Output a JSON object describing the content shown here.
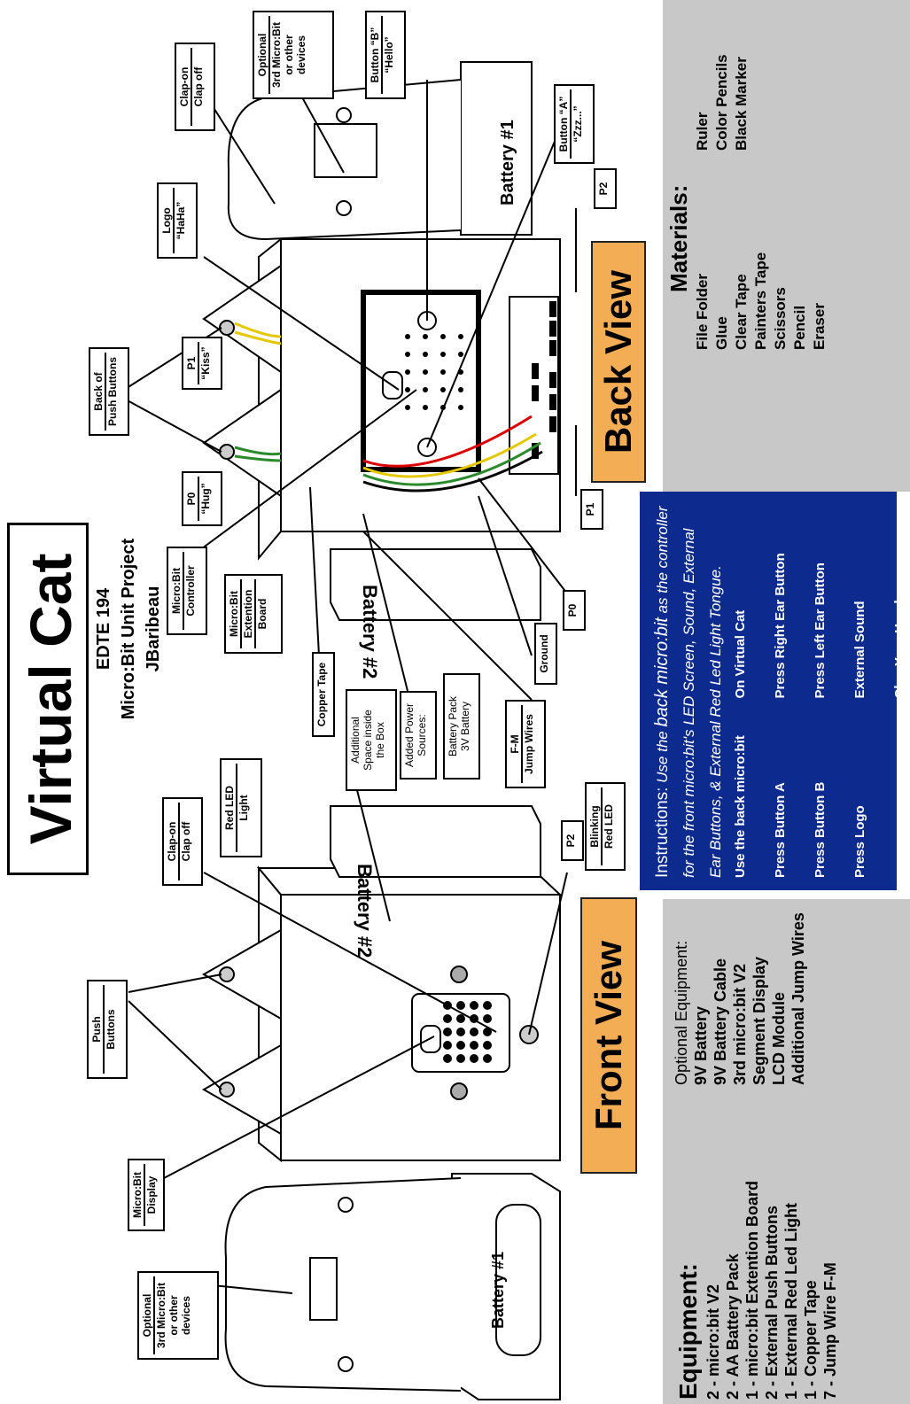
{
  "title": "Virtual Cat",
  "subtitle": {
    "course": "EDTE 194",
    "project": "Micro:Bit Unit Project",
    "author": "JBaribeau"
  },
  "views": {
    "front": "Front View",
    "back": "Back View"
  },
  "labels": {
    "optional_front": [
      "Optional",
      "3rd Micro:Bit",
      "or other",
      "devices"
    ],
    "microbit_display": [
      "Micro:Bit",
      "Display"
    ],
    "push_buttons": [
      "Push",
      "Buttons"
    ],
    "clap_front": [
      "Clap-on",
      "Clap off"
    ],
    "red_led_light": [
      "Red LED",
      "Light"
    ],
    "battery1_front": "Battery #1",
    "battery2_front": "Battery #2",
    "p2_front": "P2",
    "blinking_red_led": [
      "Blinking",
      "Red LED"
    ],
    "additional_space": [
      "Additional",
      "Space inside",
      "the Box"
    ],
    "added_power": [
      "Added Power",
      "Sources:"
    ],
    "battery_pack": [
      "Battery Pack",
      "3V Battery"
    ],
    "fm_jump": [
      "F-M",
      "Jump Wires"
    ],
    "copper_tape": "Copper Tape",
    "ground": "Ground",
    "p0_back_low": "P0",
    "microbit_ext_board": [
      "Micro:Bit",
      "Extention",
      "Board"
    ],
    "microbit_controller": [
      "Micro:Bit",
      "Controller"
    ],
    "p0_hug": [
      "P0",
      "“Hug”"
    ],
    "back_push_buttons": [
      "Back of",
      "Push Buttons"
    ],
    "p1_kiss": [
      "P1",
      "“Kiss”"
    ],
    "logo_haha": [
      "Logo",
      "“HaHa”"
    ],
    "clap_back": [
      "Clap-on",
      "Clap off"
    ],
    "optional_back": [
      "Optional",
      "3rd Micro:Bit",
      "or other",
      "devices"
    ],
    "button_b": [
      "Button “B”",
      "“Hello”"
    ],
    "button_a": [
      "Button “A”",
      "“Zzz...”"
    ],
    "battery1_back": "Battery #1",
    "battery2_back": "Battery #2",
    "p2_back": "P2",
    "p1_back": "P1"
  },
  "equipment": {
    "heading": "Equipment:",
    "items": [
      "2 - micro:bit V2",
      "2 - AA Battery Pack",
      "1 - micro:bit Extention Board",
      "2 - External Push Buttons",
      "1 - External Red Led Light",
      "1 - Copper Tape",
      "7 - Jump Wire F-M"
    ]
  },
  "optional_equipment": {
    "heading": "Optional Equipment:",
    "items": [
      "9V Battery",
      "9V Battery Cable",
      "3rd micro:bit V2",
      "Segment Display",
      "LCD Module",
      "Additional Jump Wires"
    ]
  },
  "instructions": {
    "prefix": "Instructions:",
    "text_a": " Use the ",
    "text_b": "back micro:bit",
    "text_c": " as the controller for the front micro:bit's LED Screen, Sound, External Ear Buttons, & External Red Led Light Tongue.",
    "col1_header": "Use the back micro:bit",
    "col2_header": "On Virtual Cat",
    "rows": [
      [
        "Press Button A",
        "Press Right Ear Button"
      ],
      [
        "Press Button B",
        "Press Left Ear Button"
      ],
      [
        "Press Logo",
        "External Sound"
      ],
      [
        "",
        "Clap Your Hands"
      ]
    ]
  },
  "materials": {
    "heading": "Materials:",
    "col1": [
      "File Folder",
      "Glue",
      "Clear Tape",
      "Painters Tape",
      "Scissors",
      "Pencil",
      "Eraser"
    ],
    "col2": [
      "Ruler",
      "Color Pencils",
      "Black Marker"
    ]
  },
  "colors": {
    "view_label": "#f2ad55",
    "instructions_bg": "#0d2a8f",
    "side_panel": "#c8c8c8"
  }
}
